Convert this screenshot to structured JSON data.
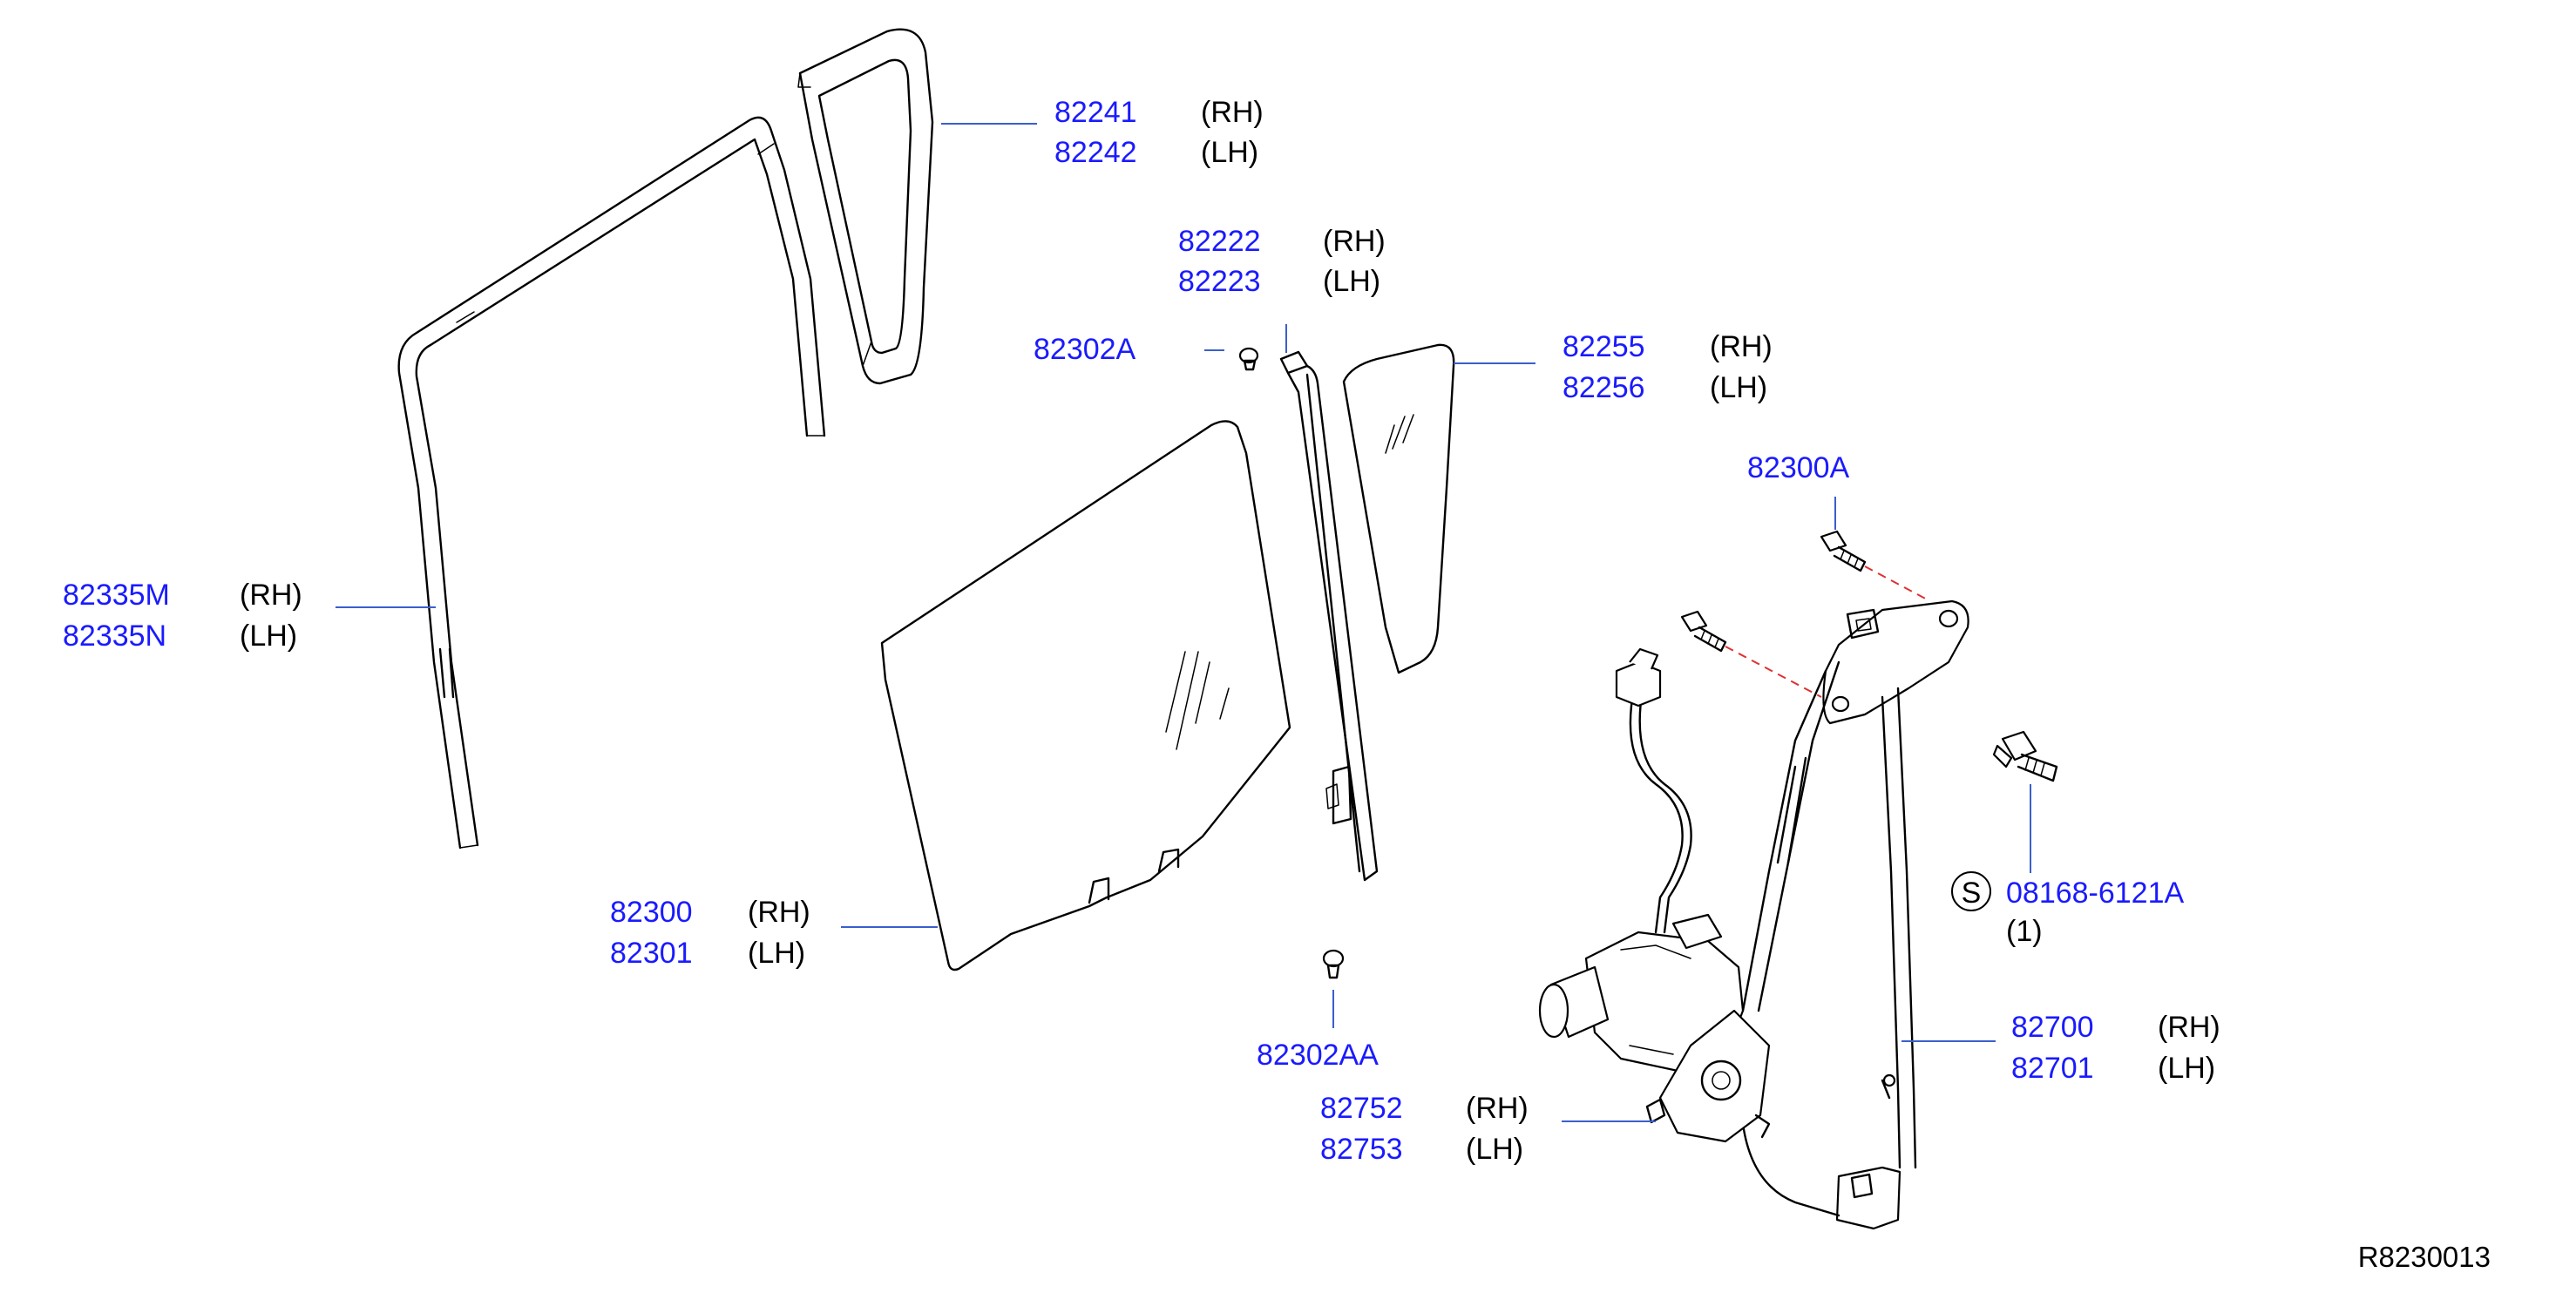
{
  "colors": {
    "part_number": "#1a1aff",
    "leader_line": "#3a5fcd",
    "alignment_dash": "#e03030",
    "linework": "#000000"
  },
  "callouts": [
    {
      "id": "c1",
      "numbers": [
        "82241",
        "82242"
      ],
      "sides": [
        "(RH)",
        "(LH)"
      ]
    },
    {
      "id": "c2",
      "numbers": [
        "82222",
        "82223"
      ],
      "sides": [
        "(RH)",
        "(LH)"
      ]
    },
    {
      "id": "c3",
      "numbers": [
        "82302A"
      ],
      "sides": []
    },
    {
      "id": "c4",
      "numbers": [
        "82255",
        "82256"
      ],
      "sides": [
        "(RH)",
        "(LH)"
      ]
    },
    {
      "id": "c5",
      "numbers": [
        "82335M",
        "82335N"
      ],
      "sides": [
        "(RH)",
        "(LH)"
      ]
    },
    {
      "id": "c6",
      "numbers": [
        "82300A"
      ],
      "sides": []
    },
    {
      "id": "c7",
      "numbers": [
        "08168-6121A"
      ],
      "sides": [],
      "symbol": "S",
      "quantity": "(1)"
    },
    {
      "id": "c8",
      "numbers": [
        "82300",
        "82301"
      ],
      "sides": [
        "(RH)",
        "(LH)"
      ]
    },
    {
      "id": "c9",
      "numbers": [
        "82302AA"
      ],
      "sides": []
    },
    {
      "id": "c10",
      "numbers": [
        "82700",
        "82701"
      ],
      "sides": [
        "(RH)",
        "(LH)"
      ]
    },
    {
      "id": "c11",
      "numbers": [
        "82752",
        "82753"
      ],
      "sides": [
        "(RH)",
        "(LH)"
      ]
    }
  ],
  "diagram_ref": "R8230013"
}
